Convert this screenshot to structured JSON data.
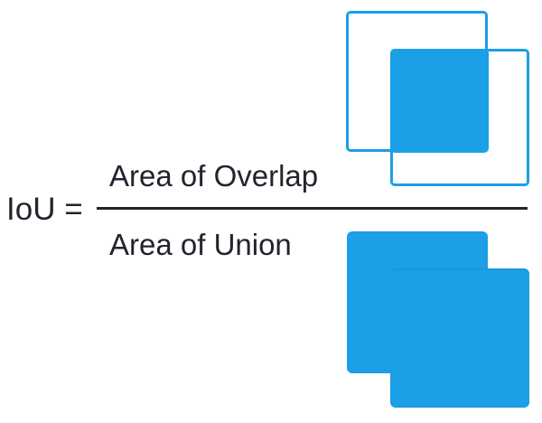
{
  "formula": {
    "lhs": "IoU =",
    "numerator": "Area of Overlap",
    "denominator": "Area of Union"
  },
  "colors": {
    "blue": "#1B9FE6",
    "text": "#25222E",
    "background": "#FFFFFF"
  }
}
